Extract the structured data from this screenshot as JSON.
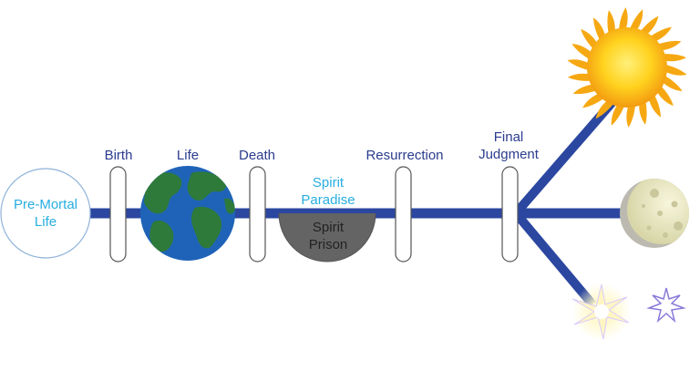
{
  "diagram": {
    "stages": {
      "pre_mortal": "Pre-Mortal\nLife",
      "birth": "Birth",
      "life": "Life",
      "death": "Death",
      "spirit_paradise": "Spirit\nParadise",
      "spirit_prison": "Spirit\nPrison",
      "resurrection": "Resurrection",
      "final_judgment": "Final\nJudgment"
    },
    "icons": [
      "circle-icon",
      "earth-icon",
      "sun-icon",
      "moon-icon",
      "star-icon"
    ],
    "colors": {
      "line": "#2b47a0",
      "text_blue": "#2b3c8e",
      "text_cyan": "#27aee0",
      "prison_fill": "#646464",
      "earth_ocean": "#1f63b8",
      "earth_land": "#2e7a3a",
      "sun": "#ffc21a",
      "moon": "#e9e7c2"
    }
  }
}
